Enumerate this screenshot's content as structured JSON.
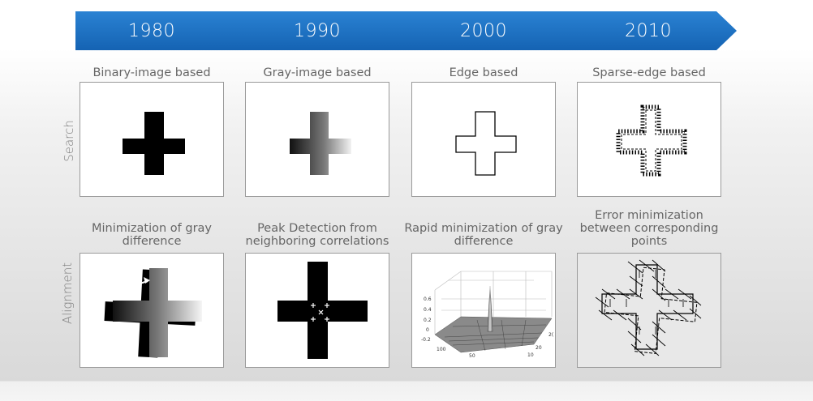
{
  "timeline": {
    "years": [
      "1980",
      "1990",
      "2000",
      "2010"
    ],
    "color": "#1e6fbf"
  },
  "rows": {
    "search": "Search",
    "alignment": "Alignment"
  },
  "columns": {
    "search": [
      "Binary-image based",
      "Gray-image based",
      "Edge based",
      "Sparse-edge based"
    ],
    "alignment": [
      "Minimization of gray difference",
      "Peak Detection from neighboring correlations",
      "Rapid minimization of gray difference",
      "Error minimization between corresponding points"
    ]
  },
  "surface_plot": {
    "z_ticks": [
      "0.6",
      "0.4",
      "0.2",
      "0",
      "-0.2"
    ],
    "x_ticks": [
      "100",
      "50"
    ],
    "y_ticks": [
      "20",
      "10"
    ],
    "extra_tick": "2("
  },
  "icons": [
    "cross-shape-icon",
    "arrow-icon",
    "plus-marker-icon"
  ]
}
